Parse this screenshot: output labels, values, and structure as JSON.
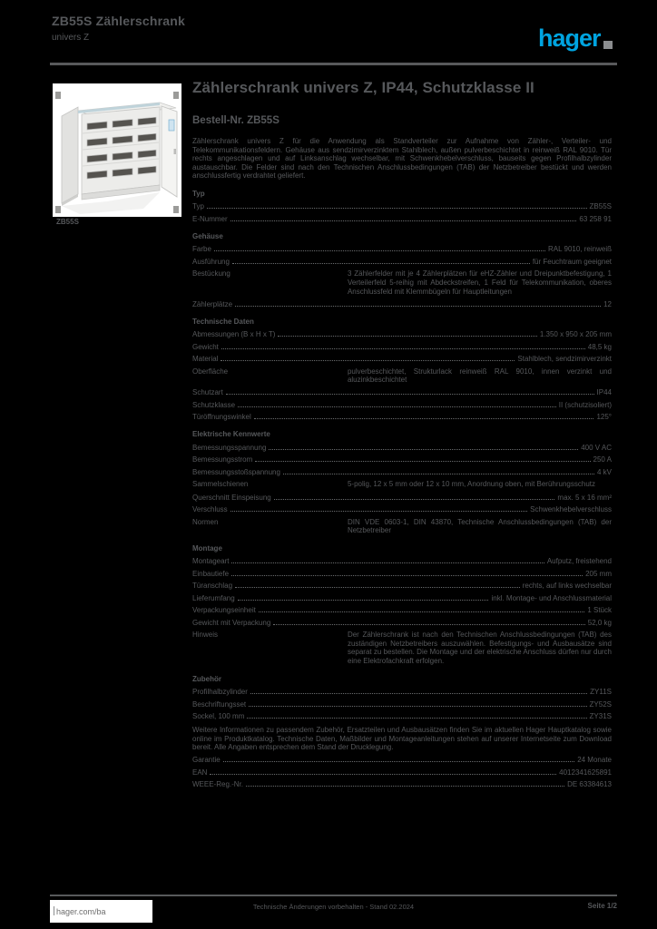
{
  "colors": {
    "text": "#56585b",
    "accent_blue": "#00a4e0",
    "rule_gray": "#58595b"
  },
  "header": {
    "product_line": "ZB55S Zählerschrank",
    "product_subline": "univers Z",
    "logo_text": "hager"
  },
  "photo": {
    "caption": "ZB55S"
  },
  "main": {
    "title": "Zählerschrank univers Z, IP44, Schutzklasse II",
    "reference": "Bestell-Nr. ZB55S",
    "description": "Zählerschrank univers Z für die Anwendung als Standverteiler zur Aufnahme von Zähler-, Verteiler- und Telekommunikationsfeldern. Gehäuse aus sendzimirverzinktem Stahlblech, außen pulverbeschichtet in reinweiß RAL 9010. Tür rechts angeschlagen und auf Linksanschlag wechselbar, mit Schwenkhebelverschluss, bauseits gegen Profilhalbzylinder austauschbar. Die Felder sind nach den Technischen Anschlussbedingungen (TAB) der Netzbetreiber bestückt und werden anschlussfertig verdrahtet geliefert.",
    "sections": [
      {
        "title": "Typ",
        "rows": [
          {
            "type": "kv",
            "label": "Typ",
            "value": "ZB55S"
          },
          {
            "type": "kv",
            "label": "E-Nummer",
            "value": "63 258 91"
          }
        ]
      },
      {
        "title": "Gehäuse",
        "rows": [
          {
            "type": "kv",
            "label": "Farbe",
            "value": "RAL 9010, reinweiß"
          },
          {
            "type": "kv",
            "label": "Ausführung",
            "value": "für Feuchtraum geeignet"
          },
          {
            "type": "wrap",
            "label": "Bestückung",
            "value": "3 Zählerfelder mit je 4 Zählerplätzen für eHZ-Zähler und Dreipunktbefestigung, 1 Verteilerfeld 5-reihig mit Abdeckstreifen, 1 Feld für Telekommunikation, oberes Anschlussfeld mit Klemmbügeln für Hauptleitungen"
          },
          {
            "type": "kv",
            "label": "Zählerplätze",
            "value": "12"
          }
        ]
      },
      {
        "title": "Technische Daten",
        "rows": [
          {
            "type": "kv",
            "label": "Abmessungen (B x H x T)",
            "value": "1.350 x 950 x 205 mm"
          },
          {
            "type": "kv",
            "label": "Gewicht",
            "value": "48,5 kg"
          },
          {
            "type": "kv",
            "label": "Material",
            "value": "Stahlblech, sendzimirverzinkt"
          },
          {
            "type": "wrap",
            "label": "Oberfläche",
            "value": "pulverbeschichtet, Strukturlack reinweiß RAL 9010, innen verzinkt und aluzinkbeschichtet"
          },
          {
            "type": "kv",
            "label": "Schutzart",
            "value": "IP44"
          },
          {
            "type": "kv",
            "label": "Schutzklasse",
            "value": "II (schutzisoliert)"
          },
          {
            "type": "kv",
            "label": "Türöffnungswinkel",
            "value": "125°"
          }
        ]
      },
      {
        "title": "Elektrische Kennwerte",
        "rows": [
          {
            "type": "kv",
            "label": "Bemessungsspannung",
            "value": "400 V AC"
          },
          {
            "type": "kv",
            "label": "Bemessungsstrom",
            "value": "250 A"
          },
          {
            "type": "kv",
            "label": "Bemessungsstoßspannung",
            "value": "4 kV"
          },
          {
            "type": "wrap",
            "label": "Sammelschienen",
            "value": "5-polig, 12 x 5 mm oder 12 x 10 mm, Anordnung oben, mit Berührungsschutz"
          },
          {
            "type": "kv",
            "label": "Querschnitt Einspeisung",
            "value": "max. 5 x 16 mm²"
          },
          {
            "type": "kv",
            "label": "Verschluss",
            "value": "Schwenkhebelverschluss"
          },
          {
            "type": "wrap",
            "label": "Normen",
            "value": "DIN VDE 0603-1, DIN 43870, Technische Anschlussbedingungen (TAB) der Netzbetreiber"
          }
        ]
      },
      {
        "title": "Montage",
        "rows": [
          {
            "type": "kv",
            "label": "Montageart",
            "value": "Aufputz, freistehend"
          },
          {
            "type": "kv",
            "label": "Einbautiefe",
            "value": "205 mm"
          },
          {
            "type": "kv",
            "label": "Türanschlag",
            "value": "rechts, auf links wechselbar"
          },
          {
            "type": "kv",
            "label": "Lieferumfang",
            "value": "inkl. Montage- und Anschlussmaterial"
          },
          {
            "type": "kv",
            "label": "Verpackungseinheit",
            "value": "1 Stück"
          },
          {
            "type": "kv",
            "label": "Gewicht mit Verpackung",
            "value": "52,0 kg"
          },
          {
            "type": "wrap",
            "label": "Hinweis",
            "value": "Der Zählerschrank ist nach den Technischen Anschlussbedingungen (TAB) des zuständigen Netzbetreibers auszuwählen. Befestigungs- und Ausbausätze sind separat zu bestellen. Die Montage und der elektrische Anschluss dürfen nur durch eine Elektrofachkraft erfolgen."
          }
        ]
      },
      {
        "title": "Zubehör",
        "rows": [
          {
            "type": "kv",
            "label": "Profilhalbzylinder",
            "value": "ZY11S"
          },
          {
            "type": "kv",
            "label": "Beschriftungsset",
            "value": "ZY52S"
          },
          {
            "type": "kv",
            "label": "Sockel, 100 mm",
            "value": "ZY31S"
          },
          {
            "type": "text",
            "value": "Weitere Informationen zu passendem Zubehör, Ersatzteilen und Ausbausätzen finden Sie im aktuellen Hager Hauptkatalog sowie online im Produktkatalog. Technische Daten, Maßbilder und Montageanleitungen stehen auf unserer Internetseite zum Download bereit. Alle Angaben entsprechen dem Stand der Drucklegung."
          },
          {
            "type": "kv",
            "label": "Garantie",
            "value": "24 Monate"
          },
          {
            "type": "kv",
            "label": "EAN",
            "value": "4012341625891"
          },
          {
            "type": "kv",
            "label": "WEEE-Reg.-Nr.",
            "value": "DE 63384613"
          }
        ]
      }
    ]
  },
  "footer": {
    "website": "hager.com/ba",
    "notice": "Technische Änderungen vorbehalten - Stand 02.2024",
    "page": "Seite 1/2"
  }
}
